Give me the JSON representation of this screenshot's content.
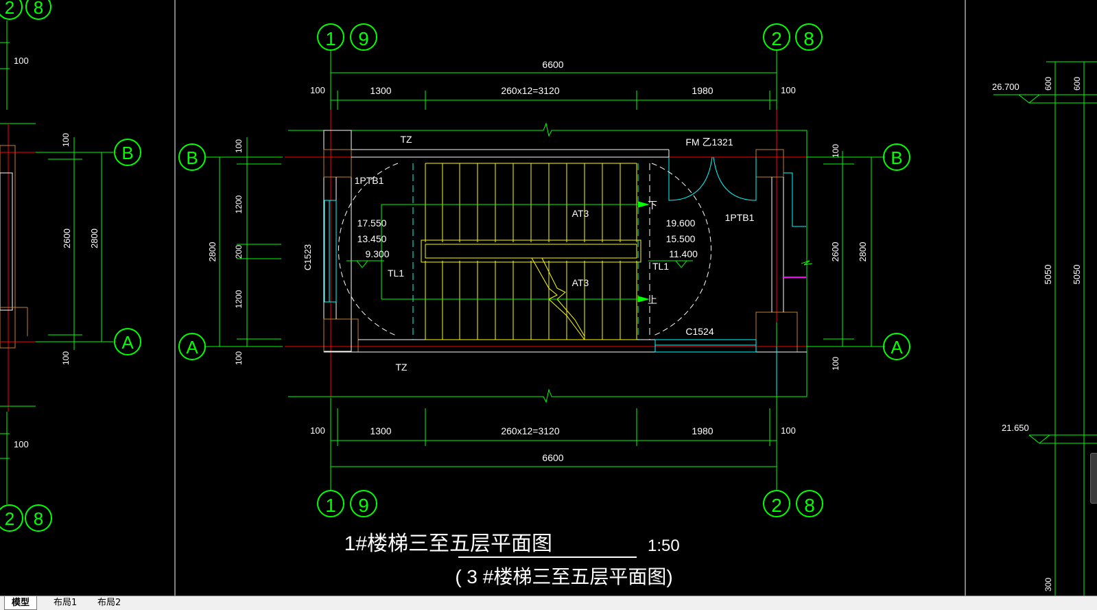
{
  "drawing": {
    "title_main": "1#楼梯三至五层平面图",
    "title_scale": "1:50",
    "title_sub": "( 3 #楼梯三至五层平面图)",
    "axes": {
      "n19a": "1",
      "n19b": "9",
      "n28a": "2",
      "n28b": "8",
      "ra": "A",
      "rb": "B"
    },
    "dims_top": {
      "total": "6600",
      "left_edge": "100",
      "left": "1300",
      "middle": "260x12=3120",
      "right": "1980",
      "right_edge": "100"
    },
    "dims_bottom": {
      "total": "6600",
      "left_edge": "100",
      "left": "1300",
      "middle": "260x12=3120",
      "right": "1980",
      "right_edge": "100"
    },
    "dims_left": {
      "total": "2800",
      "top": "100",
      "upper": "1200",
      "mid": "200",
      "lower": "1200",
      "bottom": "100"
    },
    "dims_right": {
      "total": "2800",
      "inner": "2600",
      "top": "100",
      "bottom": "100"
    },
    "labels": {
      "tz_top": "TZ",
      "tz_bottom": "TZ",
      "fm": "FM 乙1321",
      "ptb_left": "1PTB1",
      "ptb_right": "1PTB1",
      "at3_upper": "AT3",
      "at3_lower": "AT3",
      "tl1_left": "TL1",
      "tl1_right": "TL1",
      "c1523": "C1523",
      "c1524": "C1524",
      "elev_l1": "17.550",
      "elev_l2": "13.450",
      "elev_l3": "9.300",
      "elev_r1": "19.600",
      "elev_r2": "15.500",
      "elev_r3": "11.400",
      "down": "下",
      "up": "上"
    },
    "left_partial": {
      "axis_a": "2",
      "axis_b": "8",
      "axis_ra": "A",
      "axis_rb": "B",
      "d100a": "100",
      "d100b": "100",
      "d100c": "100",
      "d100d": "100",
      "d2600": "2600",
      "d2800": "2800"
    },
    "right_partial": {
      "elev1": "26.700",
      "elev2": "21.650",
      "d600a": "600",
      "d600b": "600",
      "d5050a": "5050",
      "d5050b": "5050",
      "d300": "300"
    }
  },
  "tabs": [
    {
      "label": "模型",
      "active": true
    },
    {
      "label": "布局1",
      "active": false
    },
    {
      "label": "布局2",
      "active": false
    }
  ],
  "colors": {
    "green": "#00ff00",
    "yellow": "#ffff00",
    "white": "#ffffff",
    "red": "#ff0000",
    "cyan": "#00ffff",
    "orange": "#c08030",
    "magenta": "#ff00ff",
    "background": "#000000"
  }
}
